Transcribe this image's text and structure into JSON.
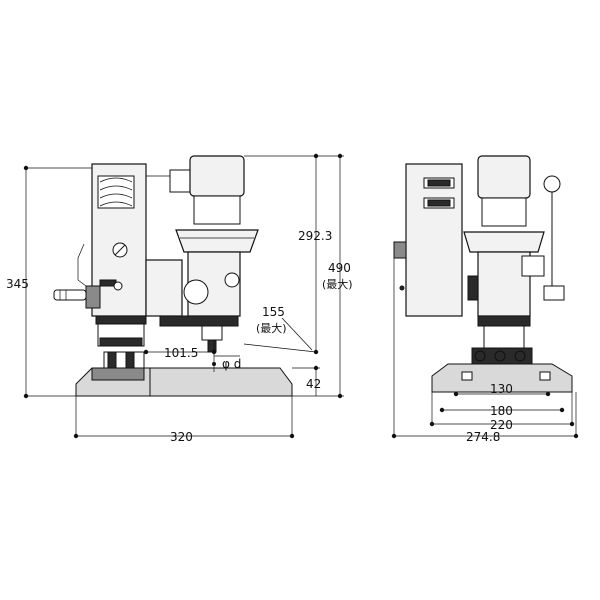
{
  "dimensions": {
    "height_total": "345",
    "height_upper": "292.3",
    "height_max_value": "490",
    "height_max_note": "(最大)",
    "depth_155": "155",
    "depth_155_note": "(最大)",
    "offset_101_5": "101.5",
    "drill_diameter": "φ d",
    "base_height": "42",
    "base_length": "320",
    "side_130": "130",
    "side_180": "180",
    "side_220": "220",
    "side_274_8": "274.8"
  },
  "colors": {
    "line": "#111111",
    "fill_light": "#f2f2f2",
    "fill_dark": "#2a2a2a"
  }
}
